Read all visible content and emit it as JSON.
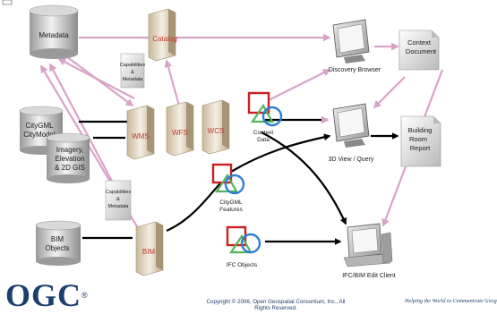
{
  "nodes": {
    "metadata": "Metadata",
    "catalog": "Catalog",
    "capabilities_top": [
      "Capabilities",
      "&",
      "Metadata"
    ],
    "citygml_model": [
      "CityGML",
      "CityModel"
    ],
    "imagery": [
      "Imagery,",
      "Elevation",
      "& 2D GIS"
    ],
    "wms": "WMS",
    "wfs": "WFS",
    "wcs": "WCS",
    "context_data": [
      "Context",
      "Data"
    ],
    "discovery_browser": "Discovery Browser",
    "context_document": [
      "Context",
      "Document"
    ],
    "view_query": "3D View / Query",
    "building_report": [
      "Building",
      "Room",
      "Report"
    ],
    "capabilities_bottom": [
      "Capabilities",
      "&",
      "Metadata"
    ],
    "citygml_features": [
      "CityGML",
      "Features"
    ],
    "bim_objects": [
      "BIM",
      "Objects"
    ],
    "bim": "BIM",
    "ifc_objects": "IFC Objects",
    "ifc_client": "IFC/BIM Edit Client"
  },
  "colors": {
    "arrow_pink": "#d9a3c8",
    "arrow_black": "#000000",
    "server_label": "#c0392b",
    "brand_navy": "#1d3f6e",
    "icon_red": "#cc1f1f",
    "icon_blue": "#2a7fd4",
    "icon_green": "#59b25a"
  },
  "footer": {
    "logo": "OGC",
    "logo_mark": "®",
    "copyright": "Copyright © 2006, Open Geospatial Consortium, Inc., All Rights Reserved.",
    "tagline": "Helping the World to Communicate Geographically"
  }
}
